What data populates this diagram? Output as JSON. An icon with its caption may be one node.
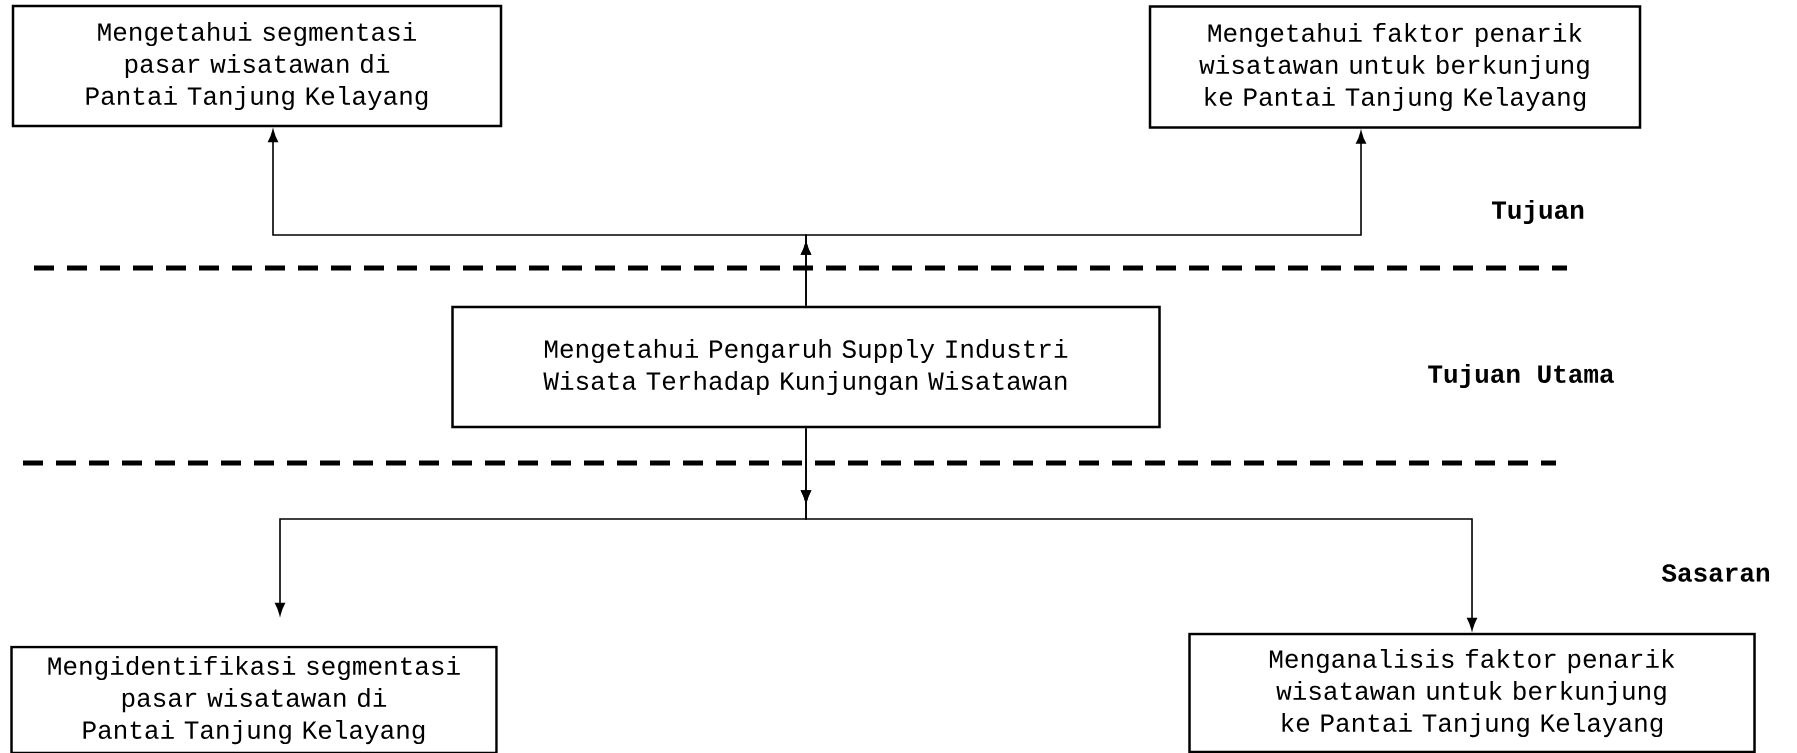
{
  "diagram": {
    "nodes": [
      {
        "text": [
          "Mengetahui segmentasi pasar wisatawan di Pantai Tanjung Kelayang"
        ]
      },
      {
        "text": [
          "Mengetahui faktor penarik wisatawan untuk berkunjung ke Pantai Tanjung Kelayang"
        ]
      },
      {
        "text": [
          "Mengetahui Pengaruh Supply Industri Wisata Terhadap Kunjungan Wisatawan"
        ]
      },
      {
        "text": [
          "Mengidentifikasi segmentasi pasar wisatawan di Pantai Tanjung Kelayang"
        ]
      },
      {
        "text": [
          "Menganalisis faktor penarik wisatawan untuk berkunjung ke Pantai Tanjung Kelayang"
        ]
      }
    ],
    "edges": [
      {
        "from": 2,
        "to": 0,
        "arrow": "to"
      },
      {
        "from": 2,
        "to": 1,
        "arrow": "to"
      },
      {
        "from": 2,
        "to": 3,
        "arrow": "to"
      },
      {
        "from": 2,
        "to": 4,
        "arrow": "to"
      }
    ],
    "labels": [
      "Tujuan",
      "Tujuan Utama",
      "Sasaran"
    ]
  }
}
